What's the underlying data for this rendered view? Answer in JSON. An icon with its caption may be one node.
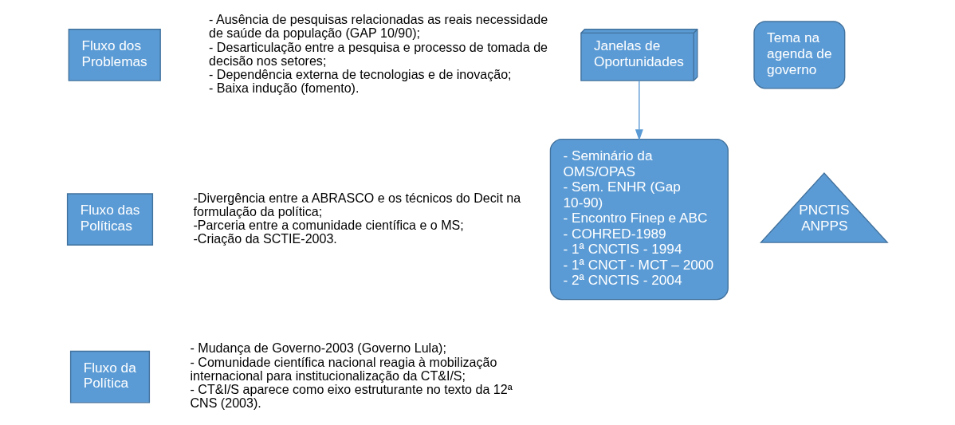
{
  "diagram": {
    "nodes": [
      {
        "text": [
          "Fluxo dos Problemas"
        ],
        "beside": [
          "- Ausência de pesquisas relacionadas as reais necessidade de saúde da população (GAP 10/90);",
          "- Desarticulação entre a pesquisa e processo de tomada de decisão nos setores;",
          "- Dependência externa de tecnologias e de inovação;",
          "- Baixa indução (fomento)."
        ]
      },
      {
        "text": [
          "Fluxo das Políticas"
        ],
        "beside": [
          "-Divergência entre a ABRASCO e os técnicos do Decit na formulação da política;",
          "-Parceria entre a comunidade científica e o MS;",
          "-Criação da SCTIE-2003."
        ]
      },
      {
        "text": [
          "Fluxo da Política"
        ],
        "beside": [
          "- Mudança de Governo-2003 (Governo Lula);",
          "- Comunidade científica nacional reagia à mobilização internacional para institucionalização da CT&I/S;",
          "- CT&I/S aparece como eixo estruturante no texto da 12ª CNS (2003)."
        ]
      },
      {
        "text": [
          "Janelas de Oportunidades"
        ]
      },
      {
        "text": [
          "- Seminário da OMS/OPAS",
          "- Sem. ENHR (Gap 10-90)",
          "- Encontro Finep e ABC",
          "- COHRED-1989",
          "- 1ª CNCTIS - 1994",
          "- 1ª CNCT - MCT – 2000",
          "- 2ª CNCTIS - 2004"
        ]
      },
      {
        "text": [
          "Tema na agenda de governo"
        ]
      },
      {
        "text": [
          "PNCTIS ANPPS"
        ]
      }
    ],
    "edges": [
      {
        "from": 3,
        "to": 4,
        "arrow": "to"
      }
    ]
  }
}
